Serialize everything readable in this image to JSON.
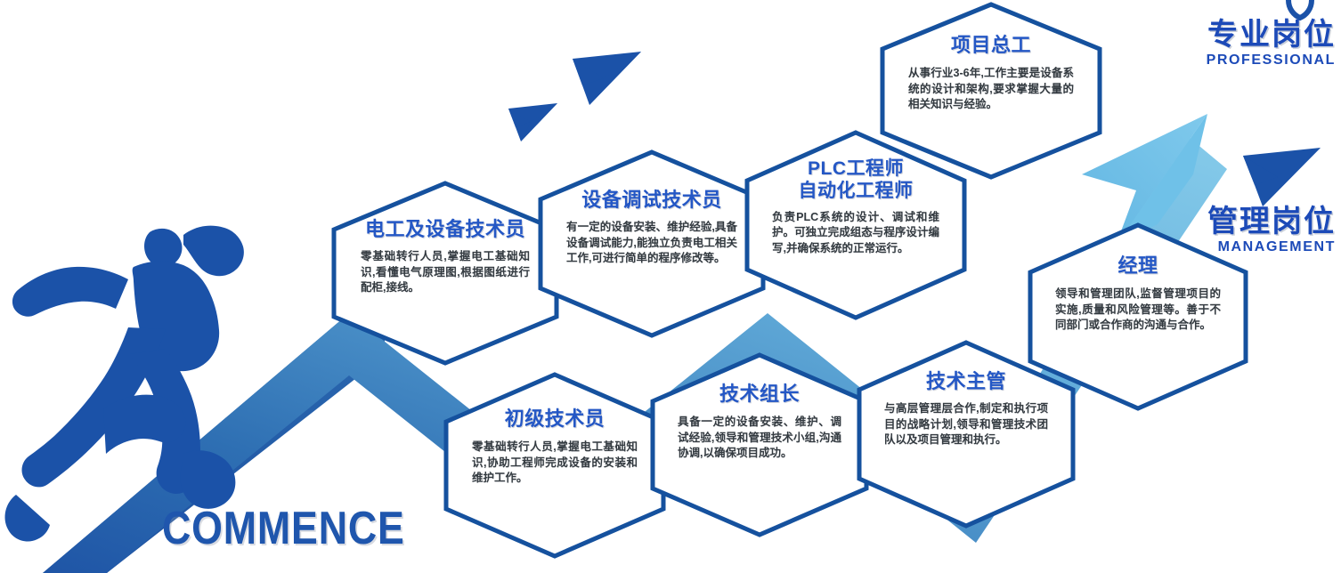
{
  "meta": {
    "theme_colors": {
      "deep_blue": "#1a4fa0",
      "title_blue": "#2457c5",
      "ribbon_start": "#2f6fb5",
      "ribbon_end": "#74c2e6",
      "arrow_head": "#6cc0e8",
      "runner": "#1b52a8",
      "body_text": "#333a40"
    }
  },
  "corner_labels": [
    {
      "id": "professional",
      "cn": "专业岗位",
      "en": "PROFESSIONAL",
      "icon": "paper-plane-icon"
    },
    {
      "id": "management",
      "cn": "管理岗位",
      "en": "MANAGEMENT",
      "icon": "paper-plane-icon"
    }
  ],
  "start_label": "COMMENCE",
  "decorations": {
    "runner": "running-man-silhouette",
    "planes": [
      "paper-plane-icon",
      "paper-plane-icon",
      "paper-plane-icon"
    ],
    "arrow": "up-right-arrow"
  },
  "steps": [
    {
      "id": "electrician",
      "title": "电工及设备技术员",
      "desc": "零基础转行人员,掌握电工基础知识,看懂电气原理图,根据图纸进行配柜,接线。",
      "row": "upper"
    },
    {
      "id": "junior",
      "title": "初级技术员",
      "desc": "零基础转行人员,掌握电工基础知识,协助工程师完成设备的安装和维护工作。",
      "row": "lower"
    },
    {
      "id": "commission",
      "title": "设备调试技术员",
      "desc": "有一定的设备安装、维护经验,具备设备调试能力,能独立负责电工相关工作,可进行简单的程序修改等。",
      "row": "upper"
    },
    {
      "id": "leader",
      "title": "技术组长",
      "desc": "具备一定的设备安装、维护、调试经验,领导和管理技术小组,沟通协调,以确保项目成功。",
      "row": "lower"
    },
    {
      "id": "plc",
      "title": "PLC工程师\n自动化工程师",
      "desc": "负责PLC系统的设计、调试和维护。可独立完成组态与程序设计编写,并确保系统的正常运行。",
      "row": "upper"
    },
    {
      "id": "supervisor",
      "title": "技术主管",
      "desc": "与高层管理层合作,制定和执行项目的战略计划,领导和管理技术团队以及项目管理和执行。",
      "row": "lower"
    },
    {
      "id": "chief",
      "title": "项目总工",
      "desc": "从事行业3-6年,工作主要是设备系统的设计和架构,要求掌握大量的相关知识与经验。",
      "row": "upper"
    },
    {
      "id": "manager",
      "title": "经理",
      "desc": "领导和管理团队,监督管理项目的实施,质量和风险管理等。善于不同部门或合作商的沟通与合作。",
      "row": "lower"
    }
  ]
}
